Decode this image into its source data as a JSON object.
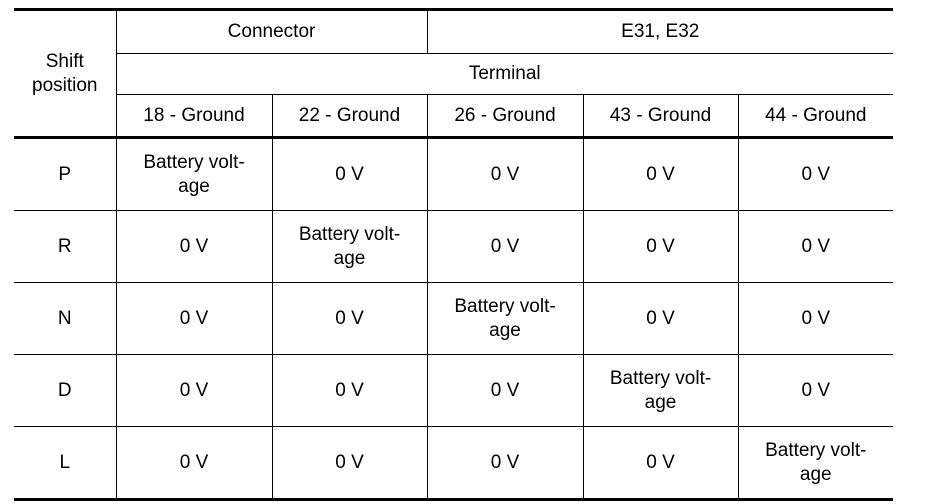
{
  "table": {
    "shift_header": "Shift\nposition",
    "connector_label": "Connector",
    "connector_value": "E31, E32",
    "terminal_label": "Terminal",
    "columns": [
      "18 - Ground",
      "22 - Ground",
      "26 - Ground",
      "43 - Ground",
      "44 - Ground"
    ],
    "rows": [
      {
        "shift": "P",
        "cells": [
          "Battery volt-\nage",
          "0 V",
          "0 V",
          "0 V",
          "0 V"
        ]
      },
      {
        "shift": "R",
        "cells": [
          "0 V",
          "Battery volt-\nage",
          "0 V",
          "0 V",
          "0 V"
        ]
      },
      {
        "shift": "N",
        "cells": [
          "0 V",
          "0 V",
          "Battery volt-\nage",
          "0 V",
          "0 V"
        ]
      },
      {
        "shift": "D",
        "cells": [
          "0 V",
          "0 V",
          "0 V",
          "Battery volt-\nage",
          "0 V"
        ]
      },
      {
        "shift": "L",
        "cells": [
          "0 V",
          "0 V",
          "0 V",
          "0 V",
          "Battery volt-\nage"
        ]
      }
    ]
  }
}
